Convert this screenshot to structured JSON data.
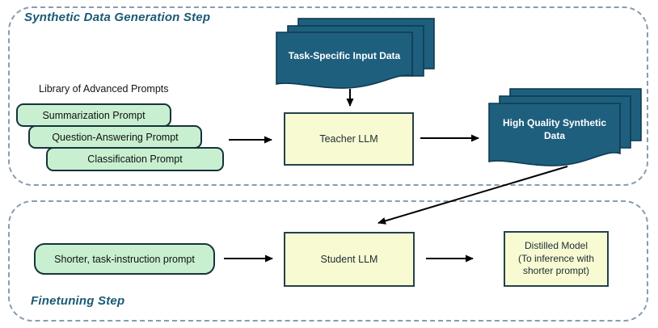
{
  "sections": {
    "generation": {
      "title": "Synthetic Data Generation Step"
    },
    "finetuning": {
      "title": "Finetuning Step"
    }
  },
  "prompt_library": {
    "label": "Library of Advanced Prompts",
    "prompts": [
      "Summarization Prompt",
      "Question-Answering Prompt",
      "Classification Prompt"
    ]
  },
  "nodes": {
    "task_input_stack": {
      "label": "Task-Specific Input Data"
    },
    "teacher_llm": {
      "label": "Teacher LLM"
    },
    "synthetic_data_stack": {
      "label": "High Quality Synthetic Data"
    },
    "shorter_prompt": {
      "label": "Shorter, task-instruction prompt"
    },
    "student_llm": {
      "label": "Student LLM"
    },
    "distilled_model": {
      "lines": [
        "Distilled Model",
        "(To inference with",
        "shorter prompt)"
      ]
    }
  },
  "colors": {
    "document_fill": "#1e5f7e",
    "document_border": "#0e3b50",
    "prompt_fill": "#c8f0d0",
    "prompt_border": "#17333b",
    "process_fill": "#f8fbd2",
    "process_border": "#24414e",
    "section_border": "#8a9cae",
    "section_title": "#195a74",
    "arrow": "#000000"
  }
}
